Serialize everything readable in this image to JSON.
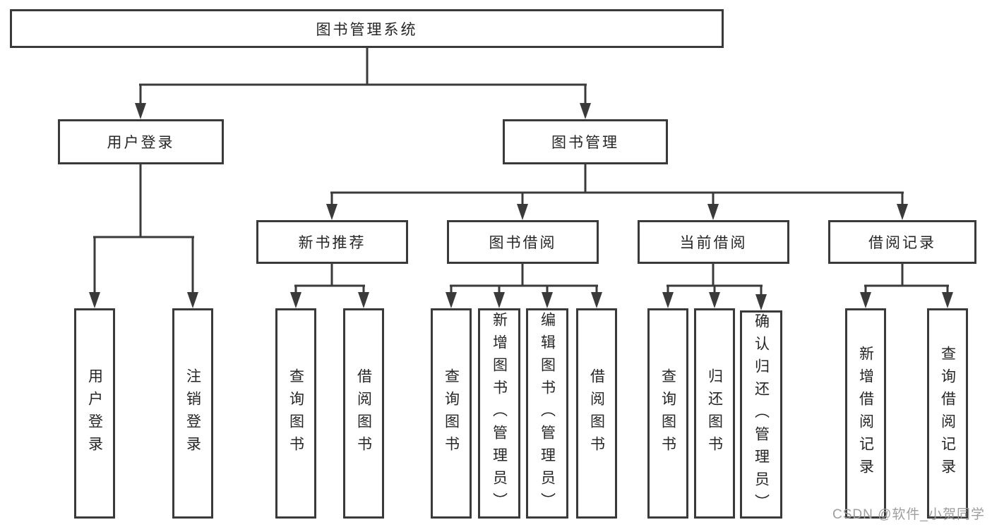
{
  "diagram": {
    "title": "图书管理系统",
    "branches": [
      {
        "label": "用户登录",
        "children": [
          {
            "label": "用户登录"
          },
          {
            "label": "注销登录"
          }
        ]
      },
      {
        "label": "图书管理",
        "children": [
          {
            "label": "新书推荐",
            "children": [
              {
                "label": "查询图书"
              },
              {
                "label": "借阅图书"
              }
            ]
          },
          {
            "label": "图书借阅",
            "children": [
              {
                "label": "查询图书"
              },
              {
                "label": "新增图书（管理员）"
              },
              {
                "label": "编辑图书（管理员）"
              },
              {
                "label": "借阅图书"
              }
            ]
          },
          {
            "label": "当前借阅",
            "children": [
              {
                "label": "查询图书"
              },
              {
                "label": "归还图书"
              },
              {
                "label": "确认归还（管理员）"
              }
            ]
          },
          {
            "label": "借阅记录",
            "children": [
              {
                "label": "新增借阅记录"
              },
              {
                "label": "查询借阅记录"
              }
            ]
          }
        ]
      }
    ]
  },
  "watermark": {
    "text": "CSDN @软件_小贺同学"
  },
  "colors": {
    "line": "#3a3a3a",
    "text": "#262626",
    "watermark": "#9e9e9e",
    "background": "#ffffff"
  }
}
